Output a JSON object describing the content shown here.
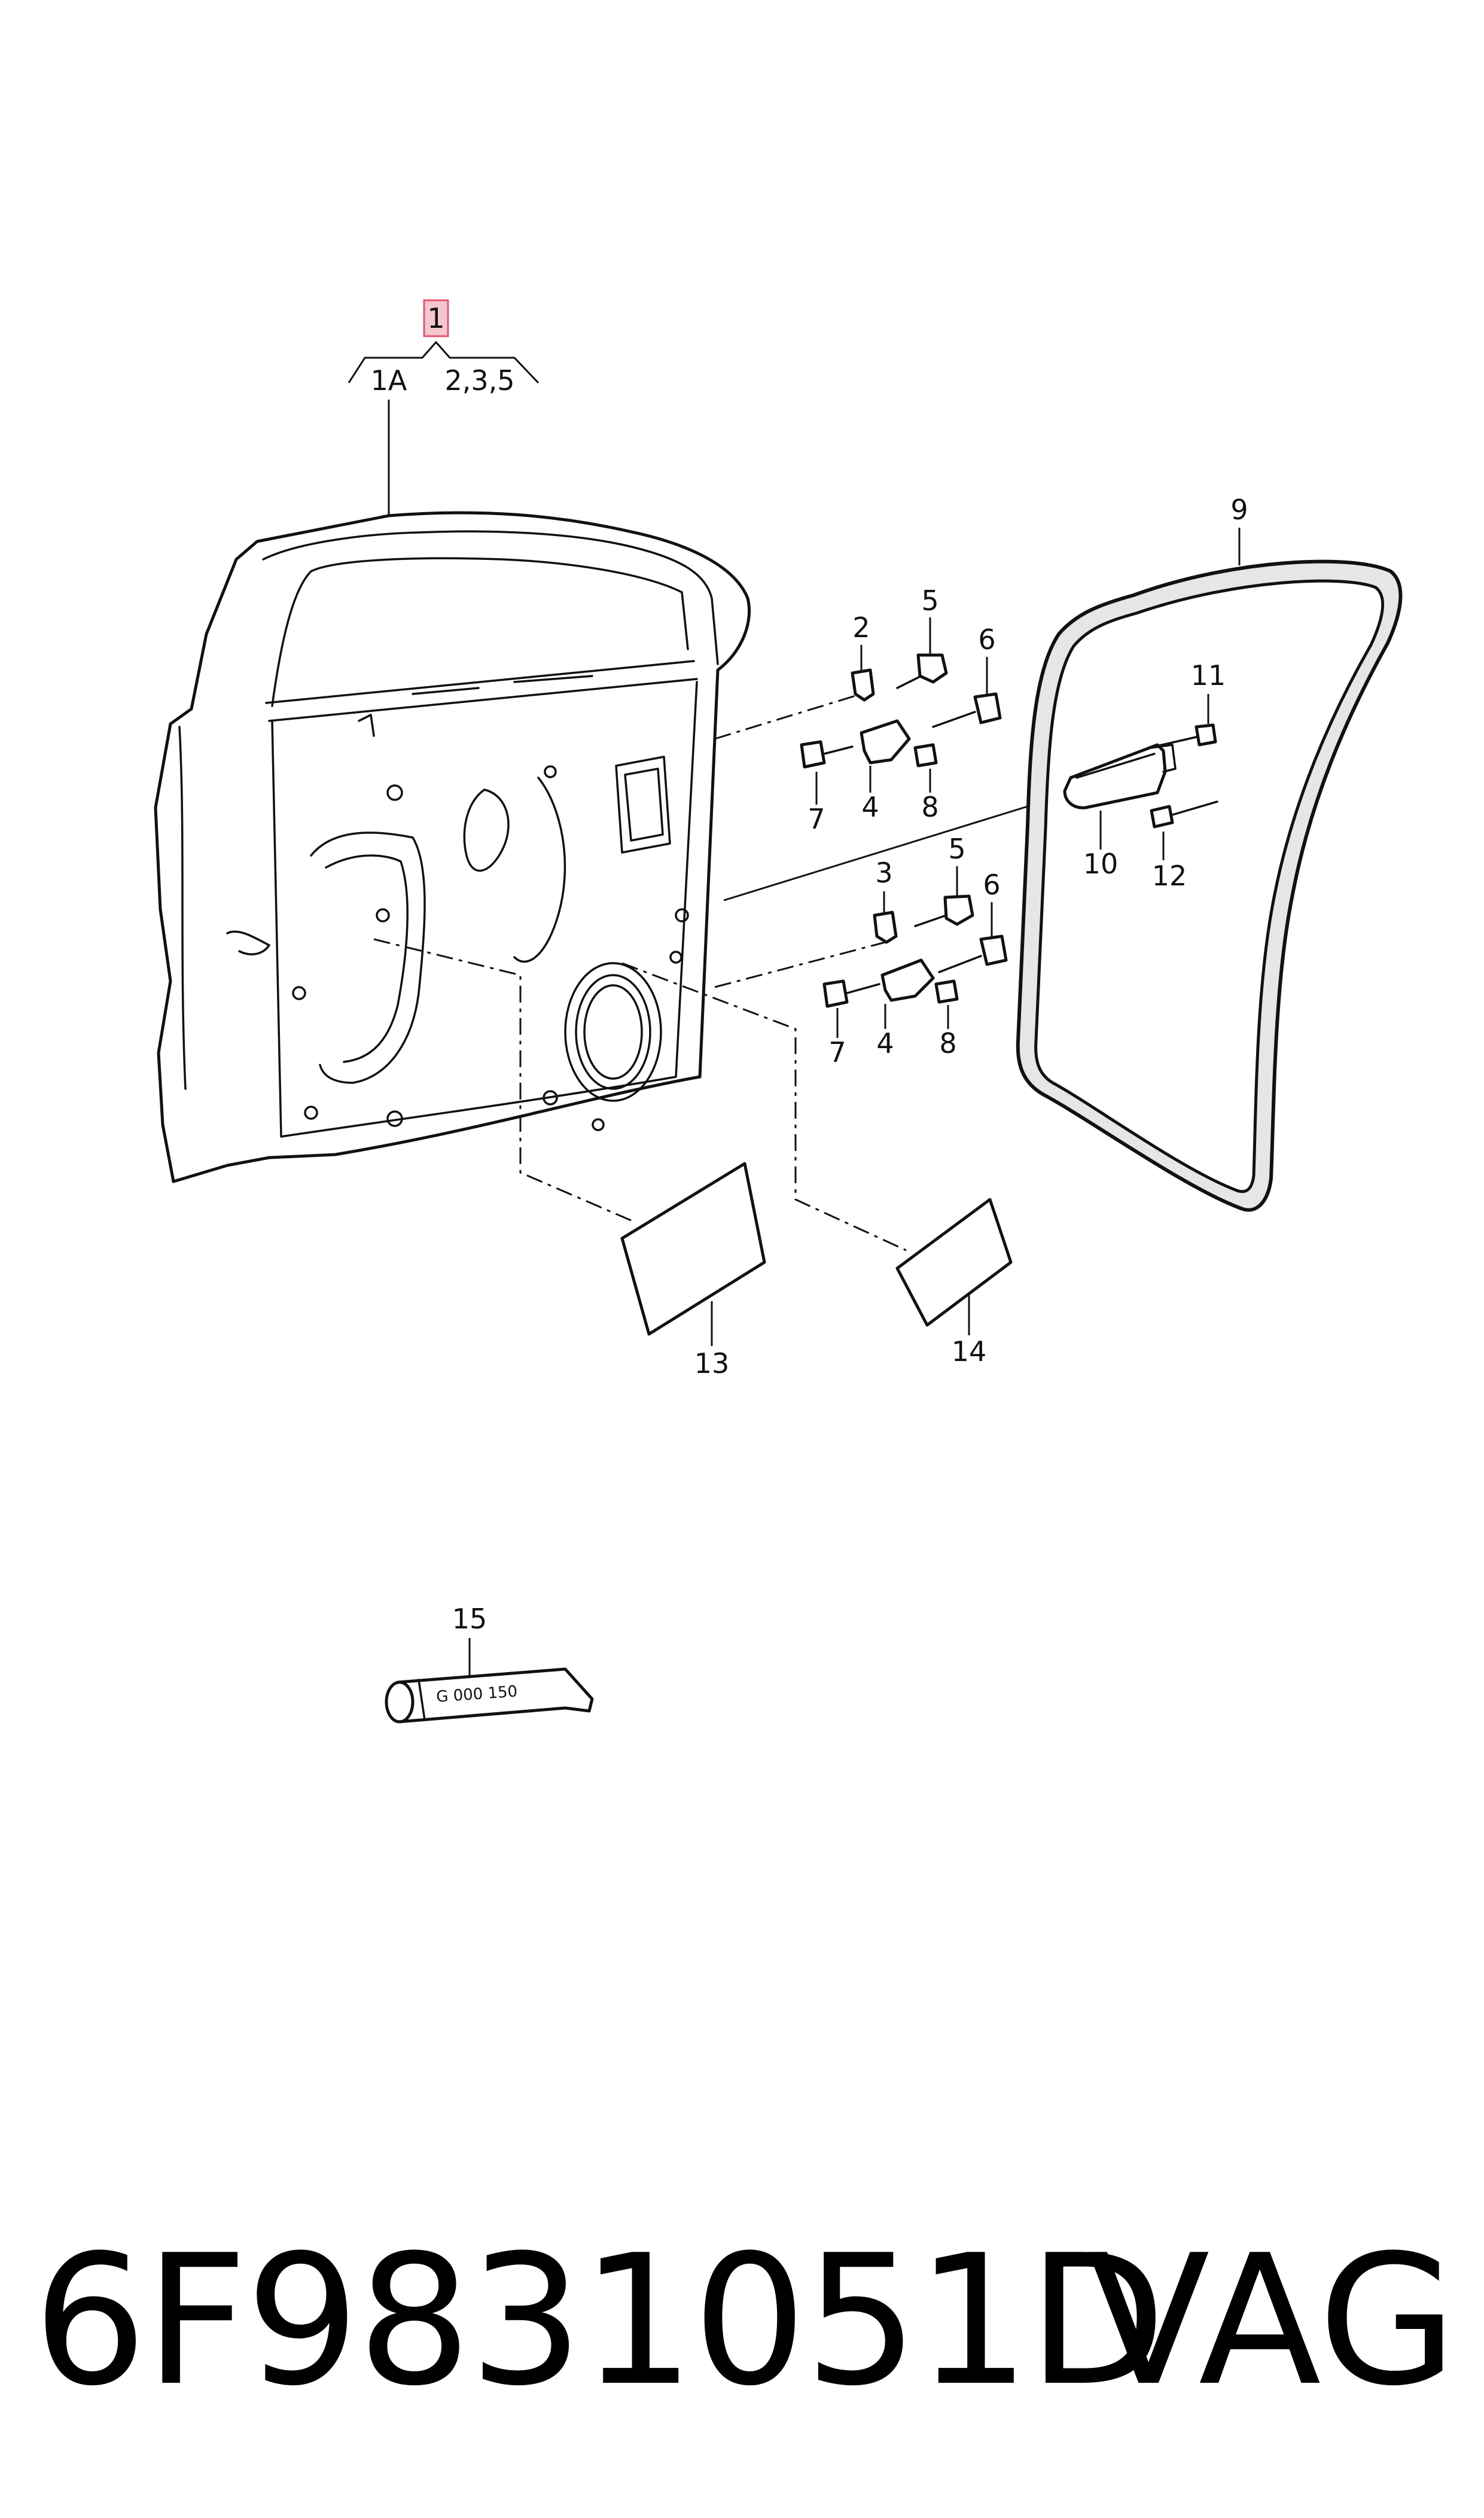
{
  "diagram": {
    "callouts": {
      "c1": "1",
      "c1a": "1A",
      "c235": "2,3,5",
      "c2": "2",
      "c3": "3",
      "c4a": "4",
      "c4b": "4",
      "c5a": "5",
      "c5b": "5",
      "c6a": "6",
      "c6b": "6",
      "c7a": "7",
      "c7b": "7",
      "c8a": "8",
      "c8b": "8",
      "c9": "9",
      "c10": "10",
      "c11": "11",
      "c12": "12",
      "c13": "13",
      "c14": "14",
      "c15": "15"
    },
    "tube_label": "G  000 150",
    "highlight_color": "#f4c6cf",
    "highlight_border": "#e0556f"
  },
  "footer": {
    "part_number": "6F9831051D",
    "brand": "VAG"
  }
}
